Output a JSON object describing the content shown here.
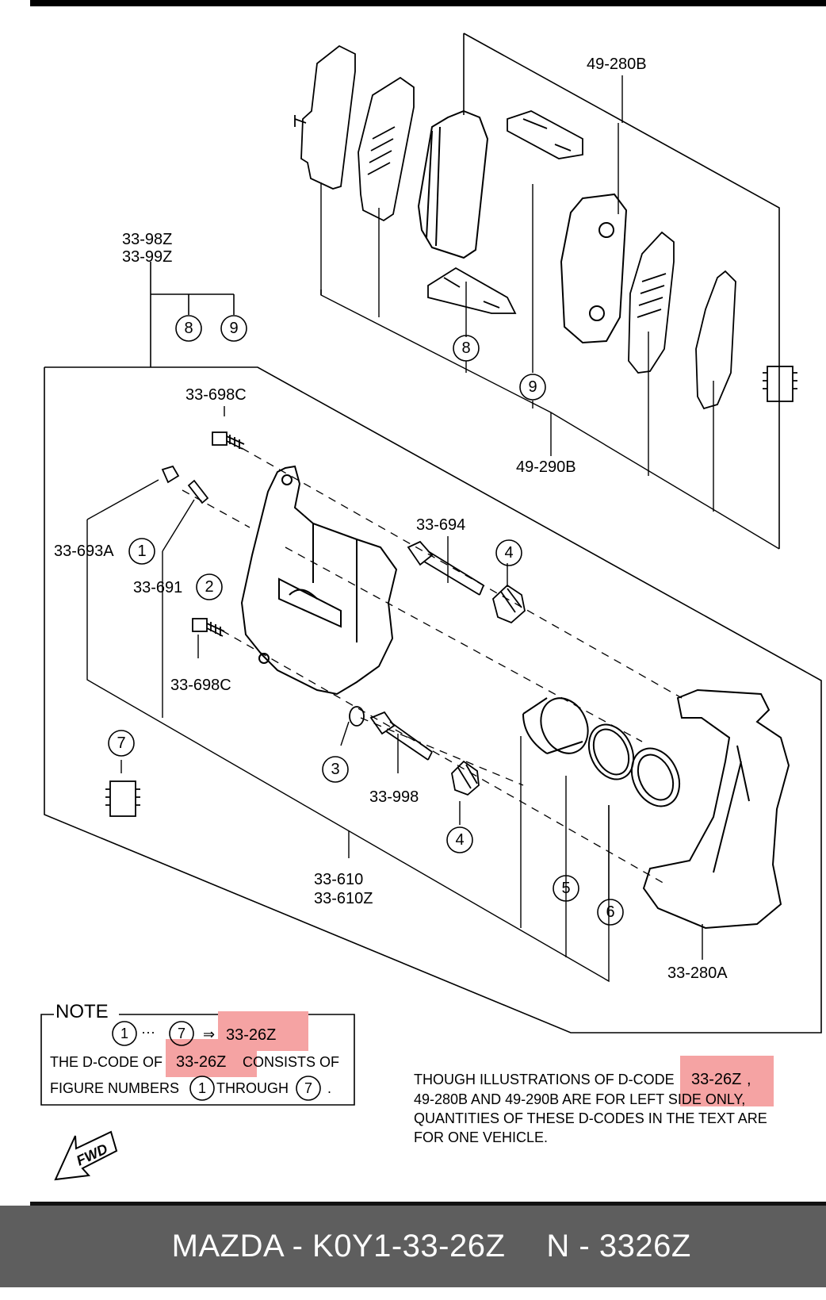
{
  "labels": {
    "l_49_280b": "49-280B",
    "l_33_98z": "33-98Z",
    "l_33_99z": "33-99Z",
    "l_33_698c_top": "33-698C",
    "l_49_290b": "49-290B",
    "l_33_694": "33-694",
    "l_33_693a": "33-693A",
    "l_33_691": "33-691",
    "l_33_698c_bottom": "33-698C",
    "l_33_998": "33-998",
    "l_33_610": "33-610",
    "l_33_610z": "33-610Z",
    "l_33_280a": "33-280A"
  },
  "callouts": {
    "c8a": "8",
    "c9a": "9",
    "c8b": "8",
    "c9b": "9",
    "c1": "1",
    "c2": "2",
    "c3": "3",
    "c4a": "4",
    "c4b": "4",
    "c5": "5",
    "c6": "6",
    "c7": "7"
  },
  "note": {
    "title": "NOTE",
    "range_from": "1",
    "dots": "···",
    "range_to": "7",
    "arrow": "⇒",
    "dcode": "33-26Z",
    "line2_prefix": "THE D-CODE OF",
    "line2_code": "33-26Z",
    "line2_suffix": "CONSISTS OF",
    "line3_prefix": "FIGURE NUMBERS",
    "line3_from": "1",
    "line3_mid": "THROUGH",
    "line3_to": "7",
    "line3_end": "."
  },
  "side_note": {
    "line1_prefix": "THOUGH ILLUSTRATIONS OF D-CODE",
    "line1_code": "33-26Z",
    "line1_end": ",",
    "line2": "49-280B AND 49-290B ARE FOR LEFT SIDE ONLY,",
    "line3": "QUANTITIES OF THESE D-CODES IN THE TEXT ARE",
    "line4": "FOR ONE VEHICLE."
  },
  "fwd_label": "FWD",
  "footer": {
    "brand_part": "MAZDA - K0Y1-33-26Z",
    "n_part": "N - 3326Z"
  },
  "colors": {
    "highlight": "#f5a3a3"
  }
}
